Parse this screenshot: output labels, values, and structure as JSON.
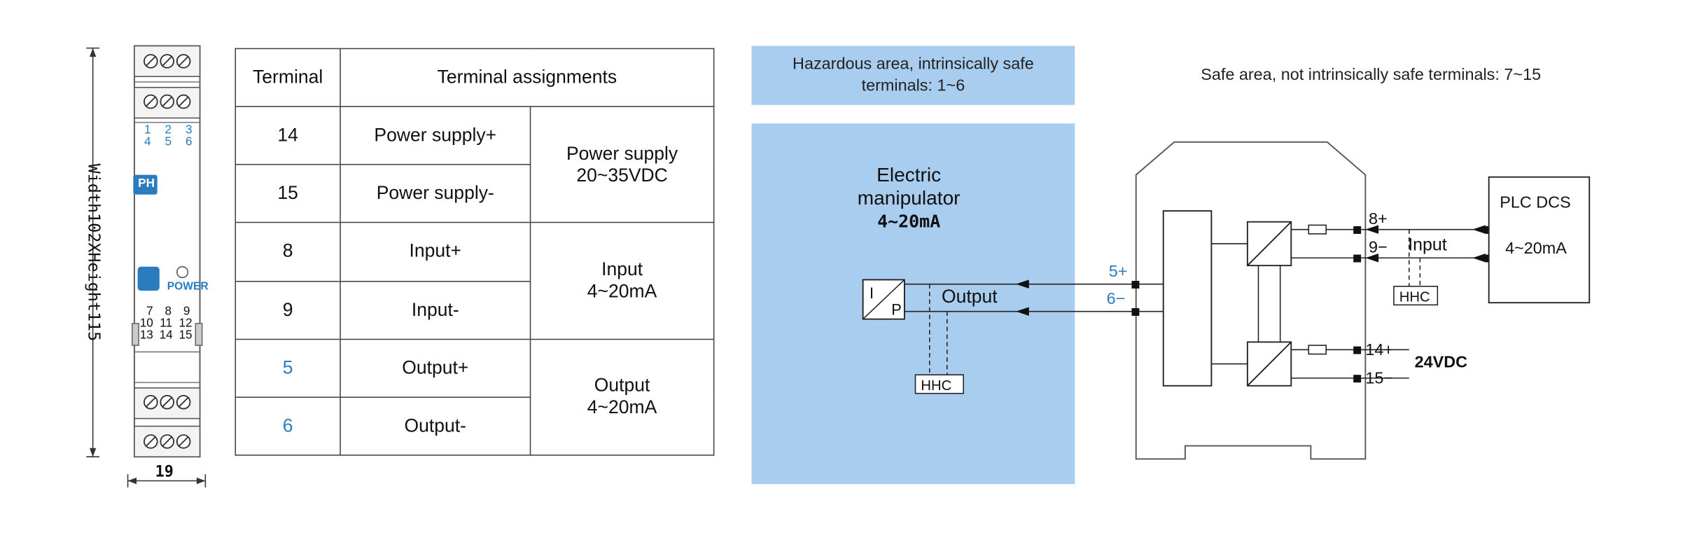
{
  "module": {
    "dimension_label": "Width102XHeight115",
    "width_label": "19",
    "logo_text": "PH",
    "power_label": "POWER",
    "top_terminals_row1": [
      "1",
      "2",
      "3"
    ],
    "top_terminals_row2": [
      "4",
      "5",
      "6"
    ],
    "bottom_terminals_row1": [
      "7",
      "8",
      "9"
    ],
    "bottom_terminals_row2": [
      "10",
      "11",
      "12"
    ],
    "bottom_terminals_row3": [
      "13",
      "14",
      "15"
    ]
  },
  "table": {
    "header_terminal": "Terminal",
    "header_assignments": "Terminal assignments",
    "rows": [
      {
        "terminal": "14",
        "assignment": "Power supply+"
      },
      {
        "terminal": "15",
        "assignment": "Power supply-"
      },
      {
        "terminal": "8",
        "assignment": "Input+"
      },
      {
        "terminal": "9",
        "assignment": "Input-"
      },
      {
        "terminal": "5",
        "assignment": "Output+"
      },
      {
        "terminal": "6",
        "assignment": "Output-"
      }
    ],
    "groups": [
      {
        "line1": "Power supply",
        "line2": "20~35VDC"
      },
      {
        "line1": "Input",
        "line2": "4~20mA"
      },
      {
        "line1": "Output",
        "line2": "4~20mA"
      }
    ]
  },
  "diagram": {
    "hazard_header": "Hazardous area, intrinsically safe terminals: 1~6",
    "safe_header": "Safe area, not intrinsically safe terminals: 7~15",
    "device_title1": "Electric",
    "device_title2": "manipulator",
    "device_title3": "4~20mA",
    "ip_i": "I",
    "ip_p": "P",
    "output_label": "Output",
    "hhc_left": "HHC",
    "hhc_right": "HHC",
    "t5": "5+",
    "t6": "6−",
    "t8": "8+",
    "t9": "9−",
    "t14": "14+",
    "t15": "15−",
    "input_label": "Input",
    "supply_label": "24VDC",
    "plc_title": "PLC DCS",
    "plc_signal": "4~20mA"
  },
  "colors": {
    "zone_fill": "#a9cdee",
    "accent_blue": "#2b7bbf"
  }
}
